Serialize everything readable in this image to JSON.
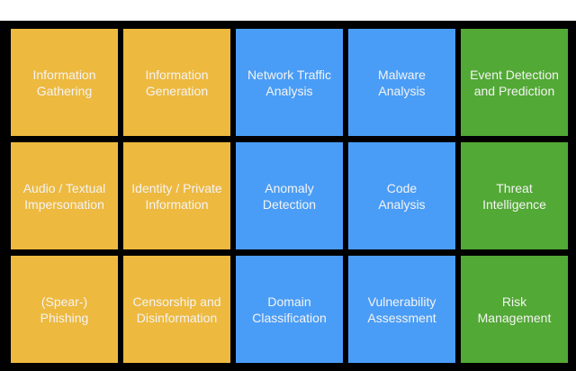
{
  "colors": {
    "yellow": "#EDB93F",
    "blue": "#4A9DF6",
    "green": "#52A935",
    "background": "#000000"
  },
  "tiles": [
    {
      "label": "Information\nGathering",
      "color": "yellow"
    },
    {
      "label": "Information\nGeneration",
      "color": "yellow"
    },
    {
      "label": "Network Traffic\nAnalysis",
      "color": "blue"
    },
    {
      "label": "Malware\nAnalysis",
      "color": "blue"
    },
    {
      "label": "Event Detection\nand Prediction",
      "color": "green"
    },
    {
      "label": "Audio / Textual\nImpersonation",
      "color": "yellow"
    },
    {
      "label": "Identity / Private\nInformation",
      "color": "yellow"
    },
    {
      "label": "Anomaly\nDetection",
      "color": "blue"
    },
    {
      "label": "Code\nAnalysis",
      "color": "blue"
    },
    {
      "label": "Threat\nIntelligence",
      "color": "green"
    },
    {
      "label": "(Spear-)\nPhishing",
      "color": "yellow"
    },
    {
      "label": "Censorship and\nDisinformation",
      "color": "yellow"
    },
    {
      "label": "Domain\nClassification",
      "color": "blue"
    },
    {
      "label": "Vulnerability\nAssessment",
      "color": "blue"
    },
    {
      "label": "Risk\nManagement",
      "color": "green"
    }
  ]
}
